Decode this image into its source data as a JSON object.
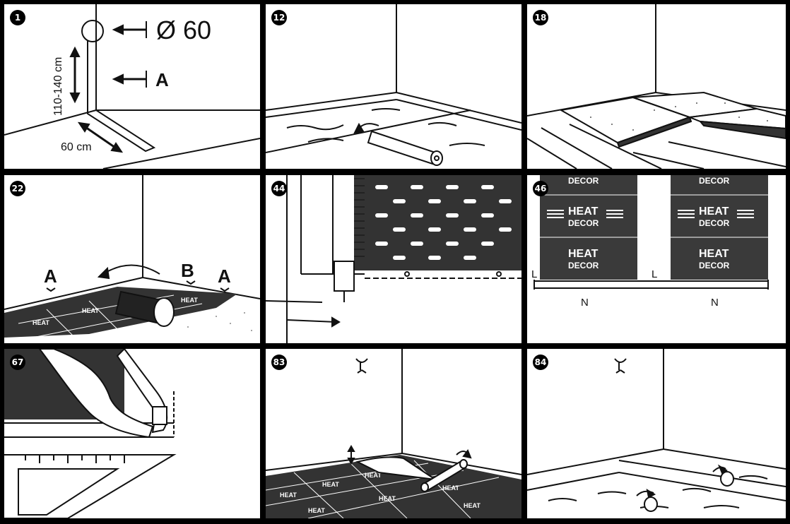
{
  "panels": [
    {
      "step": "1",
      "labels": {
        "diameter": "Ø 60",
        "a": "A",
        "height": "110-140 cm",
        "width": "60 cm"
      }
    },
    {
      "step": "12"
    },
    {
      "step": "18"
    },
    {
      "step": "22",
      "labels": {
        "a_left": "A",
        "b": "B",
        "a_right": "A"
      }
    },
    {
      "step": "44"
    },
    {
      "step": "46",
      "labels": {
        "l1": "L",
        "n1": "N",
        "l2": "L",
        "n2": "N"
      },
      "mat_text": {
        "decor": "DECOR",
        "heat": "HEAT"
      }
    },
    {
      "step": "67"
    },
    {
      "step": "83"
    },
    {
      "step": "84"
    }
  ],
  "colors": {
    "background": "#000000",
    "panel": "#ffffff",
    "mat": "#3a3a3a",
    "line": "#111111"
  }
}
